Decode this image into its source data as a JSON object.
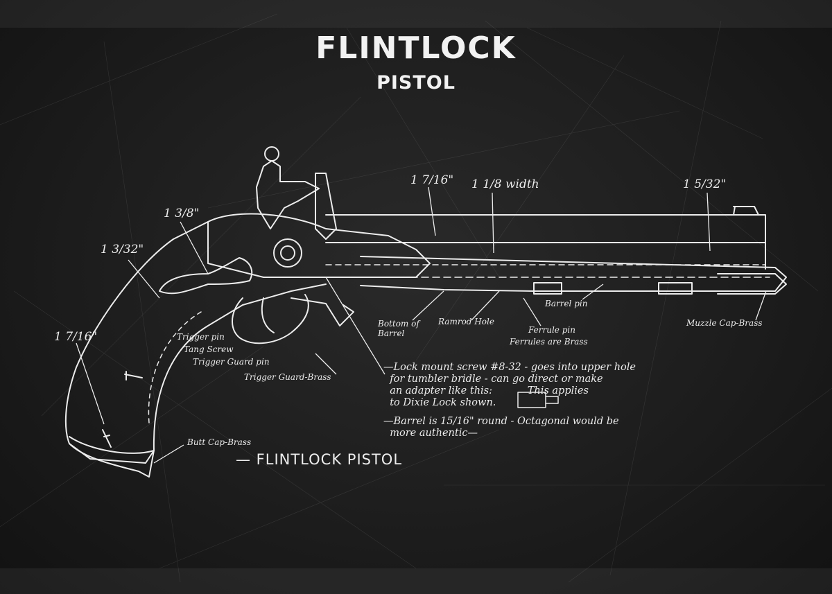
{
  "poster": {
    "title": "FLINTLOCK",
    "subtitle": "PISTOL"
  },
  "dimensions": {
    "grip_bottom": "1 7/16\"",
    "grip_upper": "1 3/32\"",
    "wrist": "1 3/8\"",
    "breech": "1 7/16\"",
    "width": "1 1/8 width",
    "muzzle": "1 5/32\""
  },
  "labels": {
    "bottom_of_barrel": "Bottom of Barrel",
    "ramrod_hole": "Ramrod Hole",
    "barrel_pin": "Barrel pin",
    "ferrule_pin": "Ferrule pin",
    "ferrules_brass": "Ferrules are Brass",
    "muzzle_cap": "Muzzle Cap-Brass",
    "trigger_pin": "Trigger pin",
    "tang_screw": "Tang Screw",
    "trigger_guard_pin": "Trigger Guard pin",
    "trigger_guard_brass": "Trigger Guard-Brass",
    "butt_cap": "Butt Cap-Brass"
  },
  "notes": {
    "lock_mount": "—Lock mount screw #8-32 - goes into upper hole\n  for tumbler bridle - can go direct or make\n  an adapter like this:           This applies\n  to Dixie Lock shown.",
    "barrel": "—Barrel is 15/16\" round - Octagonal would be\n  more authentic—"
  },
  "signature": "— FLINTLOCK PISTOL",
  "colors": {
    "chalk": "#ececec",
    "board": "#1d1d1d"
  }
}
